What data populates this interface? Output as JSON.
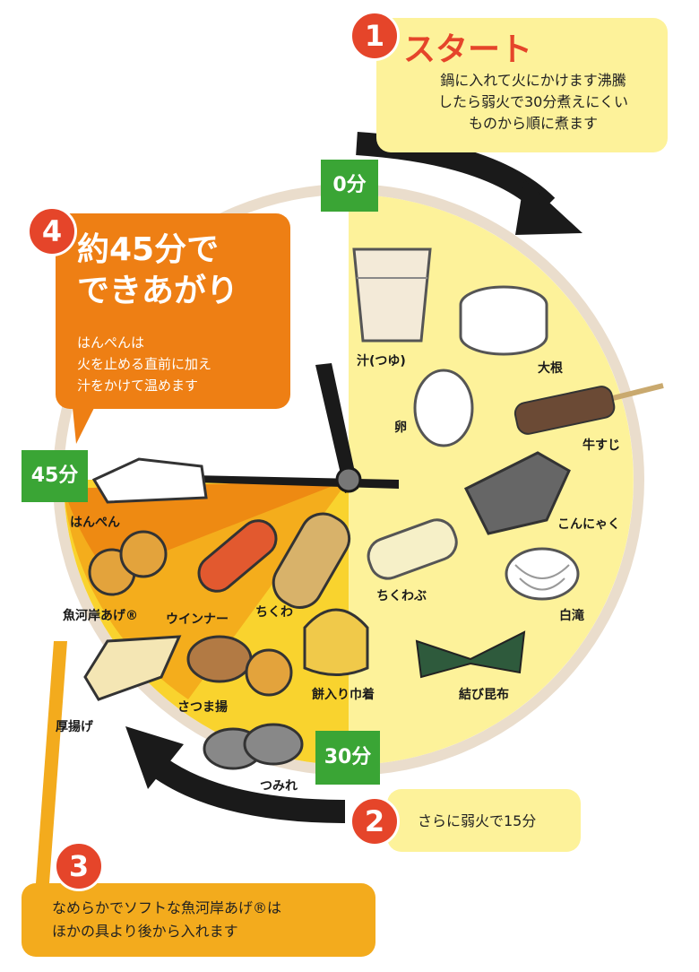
{
  "steps": [
    {
      "num": "1",
      "title": "スタート",
      "text_lines": [
        "鍋に入れて火にかけます沸騰",
        "したら弱火で30分煮えにくい",
        "ものから順に煮ます"
      ]
    },
    {
      "num": "2",
      "text": "さらに弱火で15分"
    },
    {
      "num": "3",
      "text_lines": [
        "なめらかでソフトな魚河岸あげ®は",
        "ほかの具より後から入れます"
      ]
    },
    {
      "num": "4",
      "title_lines": [
        "約45分で",
        "できあがり"
      ],
      "text_lines": [
        "はんぺんは",
        "火を止める直前に加え",
        "汁をかけて温めます"
      ]
    }
  ],
  "time_marks": {
    "t0": "0分",
    "t30": "30分",
    "t45": "45分"
  },
  "items": {
    "shiru": "汁(つゆ)",
    "daikon": "大根",
    "tamago": "卵",
    "gyusuji": "牛すじ",
    "konnyaku": "こんにゃく",
    "chikuwabu": "ちくわぶ",
    "shirataki": "白滝",
    "musubikonbu": "結び昆布",
    "mochikinchaku": "餅入り巾着",
    "chikuwa": "ちくわ",
    "winner": "ウインナー",
    "uogashiage": "魚河岸あげ®",
    "satsumaage": "さつま揚",
    "atsuage": "厚揚げ",
    "tsumire": "つみれ",
    "hanpen": "はんぺん"
  },
  "colors": {
    "ring": "#eaddcc",
    "yellow_light": "#fdf29a",
    "yellow_mid": "#f9d32e",
    "orange_mid": "#f4ad1c",
    "orange_dark": "#ee8a12",
    "step4": "#ee7f14",
    "step3": "#f3ab1d",
    "green": "#3aa535",
    "red": "#e5452a"
  }
}
